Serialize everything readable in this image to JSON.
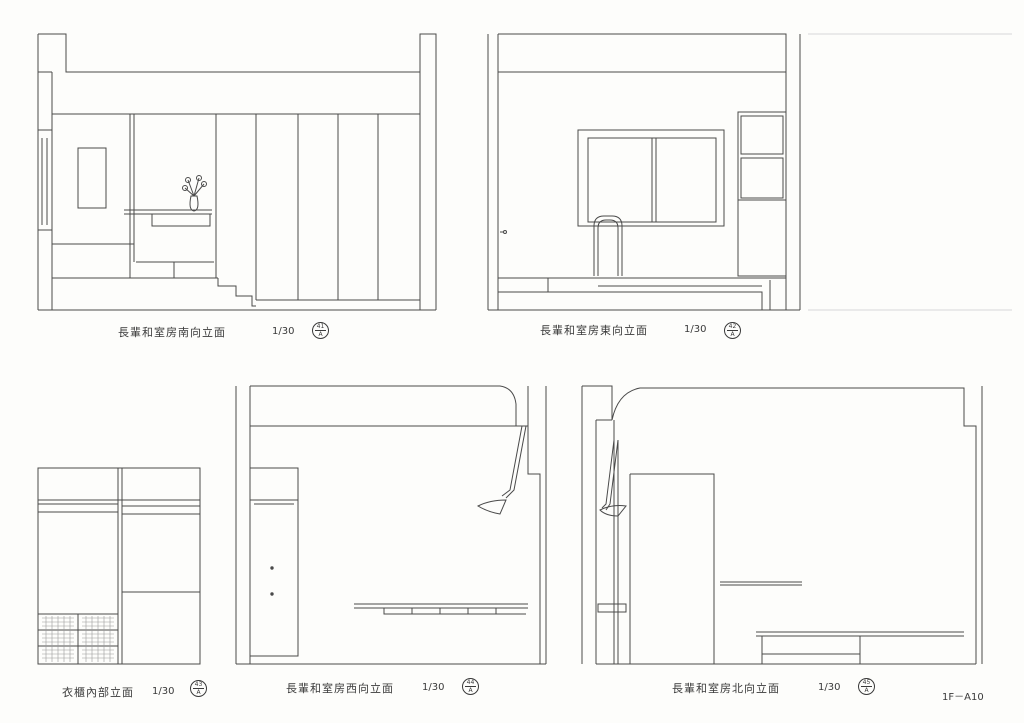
{
  "elevations": [
    {
      "caption": "長輩和室房南向立面",
      "scale": "1/30",
      "tag_top": "41",
      "tag_bottom": "A"
    },
    {
      "caption": "長輩和室房東向立面",
      "scale": "1/30",
      "tag_top": "42",
      "tag_bottom": "A"
    },
    {
      "caption": "衣櫃內部立面",
      "scale": "1/30",
      "tag_top": "43",
      "tag_bottom": "A"
    },
    {
      "caption": "長輩和室房西向立面",
      "scale": "1/30",
      "tag_top": "44",
      "tag_bottom": "A"
    },
    {
      "caption": "長輩和室房北向立面",
      "scale": "1/30",
      "tag_top": "45",
      "tag_bottom": "A"
    }
  ],
  "sheet_number": "1F－A10",
  "colors": {
    "ink": "#3a3a3a",
    "paper": "#fdfdfb"
  }
}
